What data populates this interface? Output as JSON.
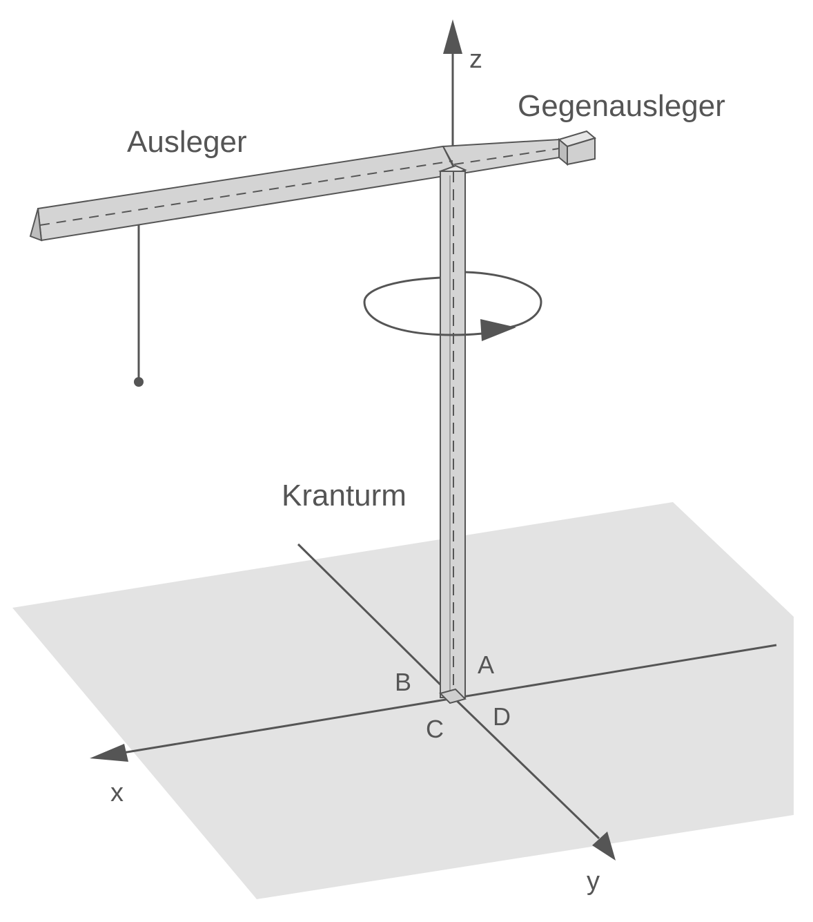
{
  "labels": {
    "boom": "Ausleger",
    "counter_jib": "Gegenausleger",
    "tower": "Kranturm"
  },
  "axes": {
    "x": "x",
    "y": "y",
    "z": "z"
  },
  "points": {
    "a": "A",
    "b": "B",
    "c": "C",
    "d": "D"
  },
  "colors": {
    "line": "#555555",
    "ground": "#e3e3e3",
    "member_fill": "#d4d4d4"
  }
}
